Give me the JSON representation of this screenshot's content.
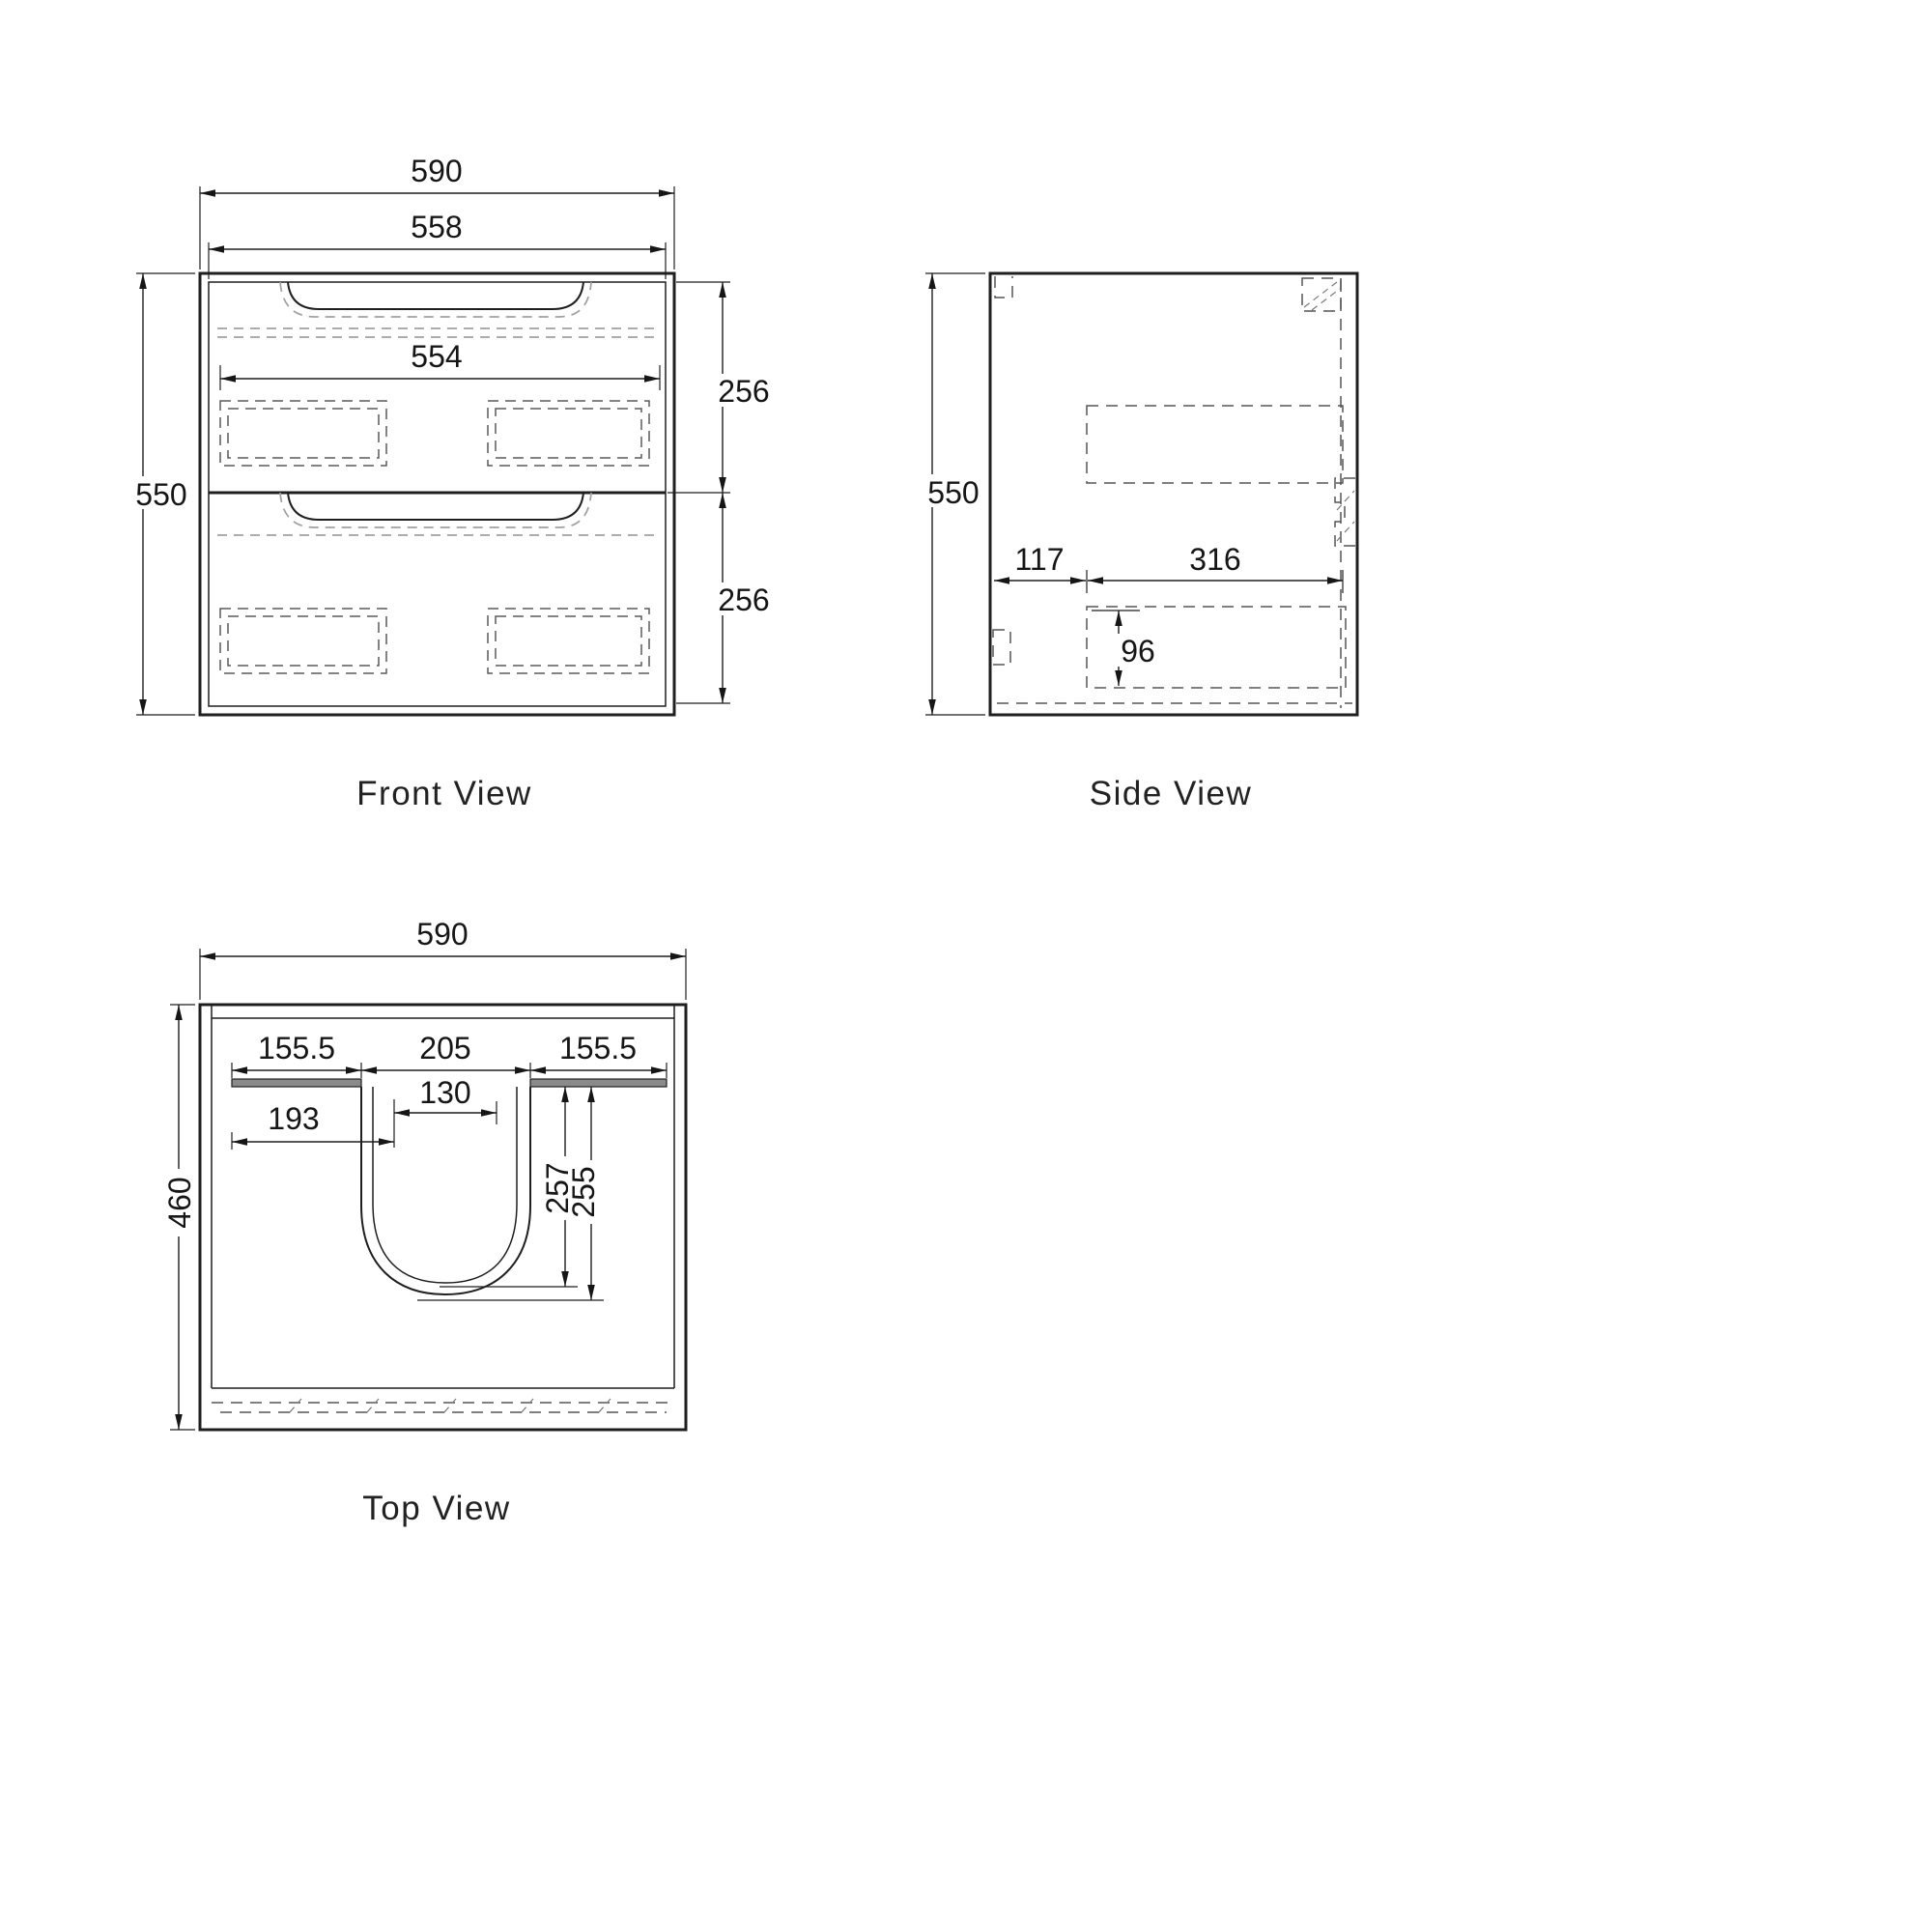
{
  "views": {
    "front": {
      "label": "Front View",
      "dims": {
        "overall_width": "590",
        "inner_width": "558",
        "drawer_width": "554",
        "height": "550",
        "drawer_top_height": "256",
        "drawer_bottom_height": "256"
      }
    },
    "side": {
      "label": "Side View",
      "dims": {
        "height": "550",
        "front_offset": "117",
        "drawer_depth": "316",
        "drawer_height": "96"
      }
    },
    "top": {
      "label": "Top View",
      "dims": {
        "overall_width": "590",
        "overall_depth": "460",
        "left_section": "155.5",
        "center_section": "205",
        "right_section": "155.5",
        "tap_spacing": "130",
        "left_inner": "193",
        "basin_depth_a": "257",
        "basin_depth_b": "255"
      }
    }
  }
}
